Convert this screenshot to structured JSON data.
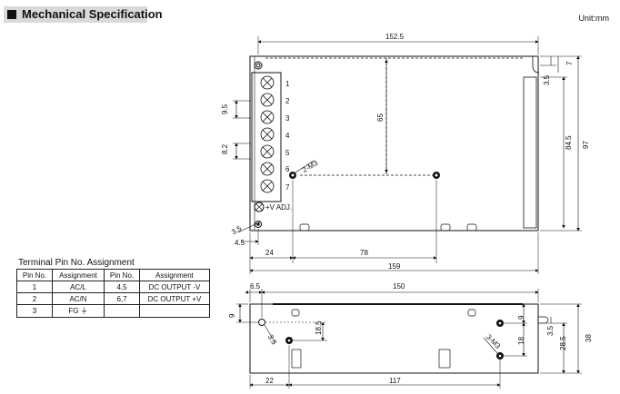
{
  "header": {
    "title": "Mechanical Specification",
    "unit": "Unit:mm"
  },
  "top_view": {
    "dims": {
      "length": "152.5",
      "depth": "97",
      "depth_inner": "84.5",
      "hole_span": "65",
      "offset_top": "3.5",
      "offset_top2": "7",
      "pitch_a": "9.5",
      "pitch_b": "8.2",
      "hole_dia": "3.5",
      "left_offset": "4.5",
      "hole_x1": "24",
      "hole_x2": "78",
      "base_len": "159",
      "screws": "2-M3"
    },
    "terminal_numbers": [
      "1",
      "2",
      "3",
      "4",
      "5",
      "6",
      "7"
    ],
    "adj_label": "+V ADJ."
  },
  "side_view": {
    "dims": {
      "length": "150",
      "left_offset": "6.5",
      "height_off": "9",
      "hole_dia": "3.5",
      "hole_y": "18.5",
      "right_top": "9",
      "right_y": "18",
      "small": "3.5",
      "mid": "28.5",
      "total": "38",
      "screws": "3-M3",
      "x1": "22",
      "x2": "117"
    }
  },
  "terminal_table": {
    "title": "Terminal Pin No.  Assignment",
    "headers": [
      "Pin No.",
      "Assignment",
      "Pin No.",
      "Assignment"
    ],
    "rows": [
      [
        "1",
        "AC/L",
        "4,5",
        "DC OUTPUT -V"
      ],
      [
        "2",
        "AC/N",
        "6,7",
        "DC OUTPUT +V"
      ],
      [
        "3",
        "FG ⏚",
        "",
        ""
      ]
    ]
  }
}
